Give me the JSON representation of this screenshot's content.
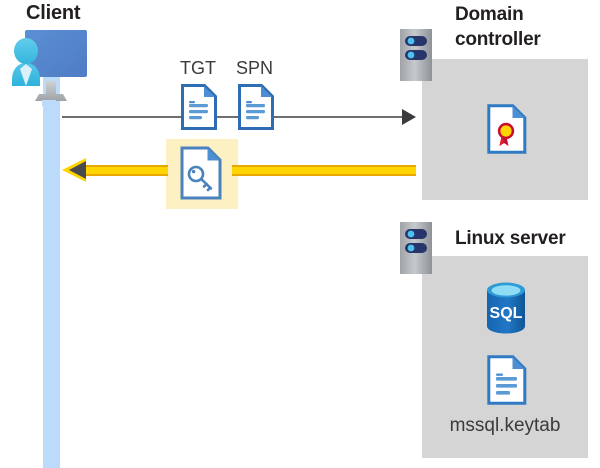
{
  "diagram": {
    "title": "Kerberos authentication flow between client, domain controller and Linux server",
    "background_color": "#ffffff",
    "accent_colors": {
      "panel_gray": "#d5d5d5",
      "lifeline_blue": "#bcdbfb",
      "highlight_yellow": "#fdf1c4",
      "arrow_yellow": "#ffd400",
      "arrow_yellow_border": "#e8a800",
      "arrow_gray": "#6d6e71",
      "doc_blue": "#3f7fd0",
      "sql_blue": "#1d69b4",
      "text_dark": "#231f20"
    }
  },
  "client": {
    "title": "Client",
    "icon": "user-at-monitor-icon",
    "lifeline": "client-lifeline-bar"
  },
  "domain_controller": {
    "title": "Domain controller",
    "server_icon": "server-rack-icon",
    "contents": [
      {
        "icon": "certificate-document-icon",
        "label": ""
      }
    ]
  },
  "linux_server": {
    "title": "Linux server",
    "server_icon": "server-rack-icon",
    "contents": [
      {
        "icon": "sql-database-icon",
        "label": "SQL"
      },
      {
        "icon": "keytab-document-icon",
        "label": "mssql.keytab"
      }
    ]
  },
  "messages": [
    {
      "id": "request",
      "direction": "client-to-domain-controller",
      "style": "gray-arrow",
      "artifacts": [
        {
          "label": "TGT",
          "icon": "document-icon"
        },
        {
          "label": "SPN",
          "icon": "document-icon"
        }
      ]
    },
    {
      "id": "response",
      "direction": "domain-controller-to-client",
      "style": "yellow-arrow",
      "highlighted": true,
      "artifacts": [
        {
          "label": "",
          "icon": "key-document-icon"
        }
      ]
    }
  ],
  "labels": {
    "tgt": "TGT",
    "spn": "SPN",
    "sql": "SQL",
    "keytab": "mssql.keytab"
  }
}
